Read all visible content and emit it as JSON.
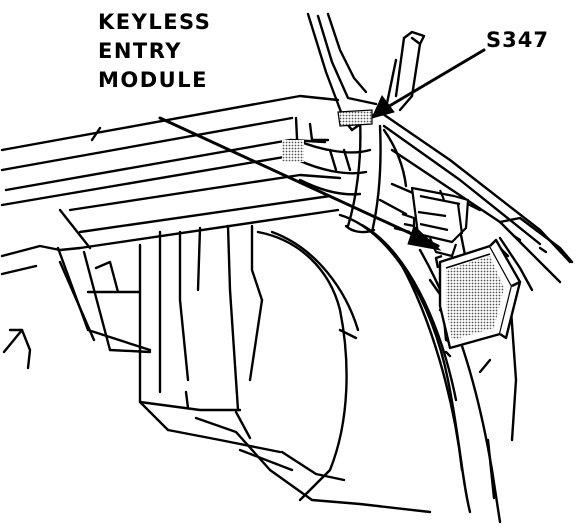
{
  "diagram": {
    "labels": {
      "module_line1": "KEYLESS",
      "module_line2": "ENTRY",
      "module_line3": "MODULE",
      "splice": "S347"
    },
    "colors": {
      "ink": "#000000",
      "paper": "#ffffff",
      "halftone": "#bdbdbd"
    },
    "parts": [
      "rear-body-panel",
      "roof-pillar",
      "quarter-trim-panel",
      "wiring-harness",
      "wire-connector",
      "keyless-entry-module-box",
      "splice-s347"
    ]
  }
}
